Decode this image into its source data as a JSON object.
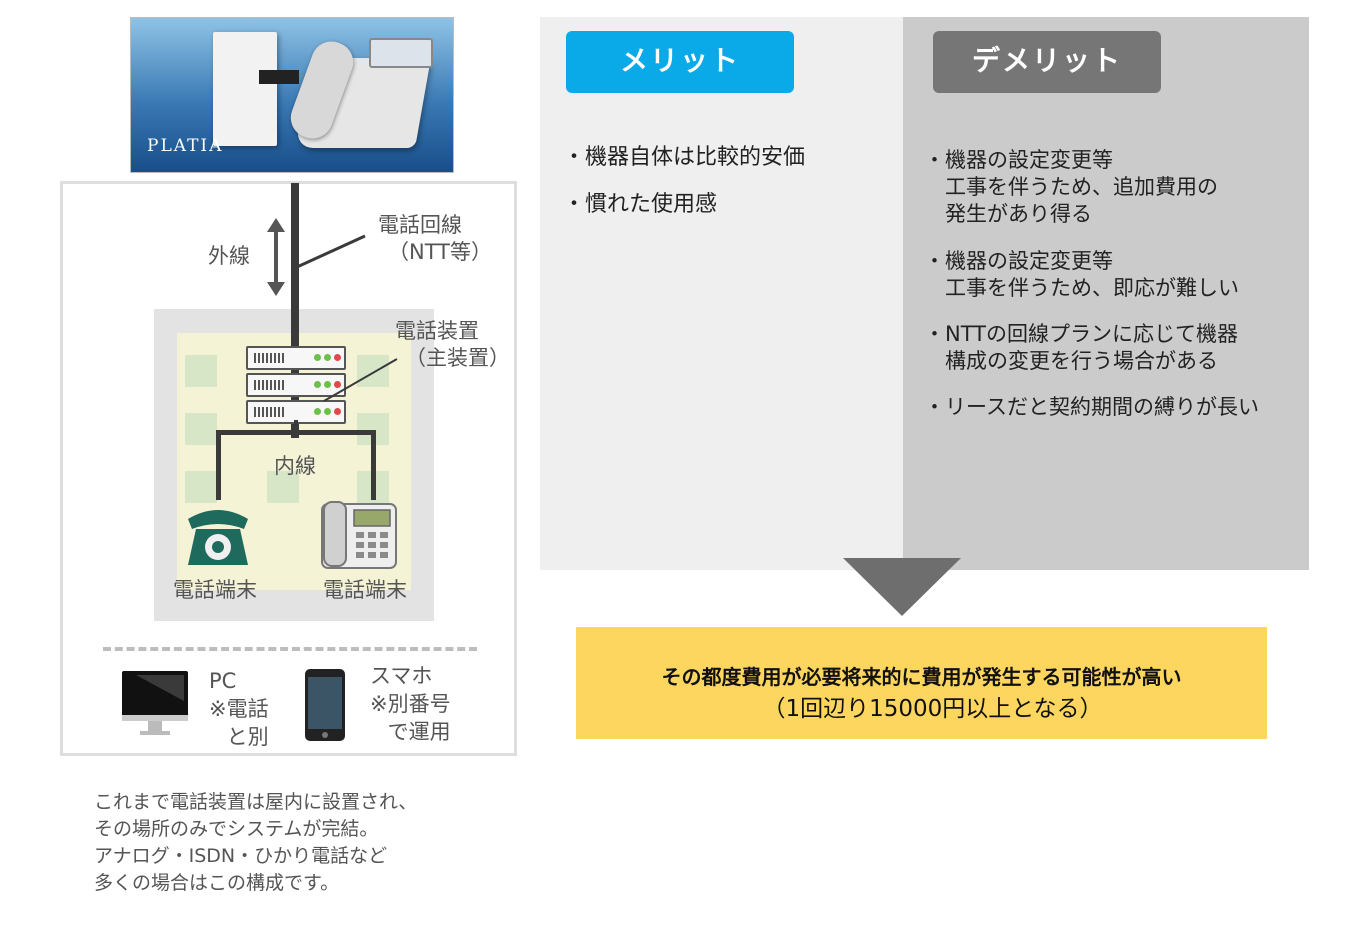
{
  "product": {
    "brand": "PLATIA"
  },
  "diagram": {
    "outer_line": "外線",
    "phone_line": [
      "電話回線",
      "（NTT等）"
    ],
    "pbx": [
      "電話装置",
      "（主装置）"
    ],
    "inner_line": "内線",
    "terminal_left": "電話端末",
    "terminal_right": "電話端末",
    "pc": [
      "PC",
      "※電話",
      "と別"
    ],
    "smartphone": [
      "スマホ",
      "※別番号",
      "で運用"
    ]
  },
  "caption": [
    "これまで電話装置は屋内に設置され、",
    "その場所のみでシステムが完結。",
    "アナログ・ISDN・ひかり電話など",
    "多くの場合はこの構成です。"
  ],
  "merit": {
    "title": "メリット",
    "items": [
      "・機器自体は比較的安価",
      "・慣れた使用感"
    ]
  },
  "demerit": {
    "title": "デメリット",
    "items": [
      [
        "・機器の設定変更等",
        "工事を伴うため、追加費用の",
        "発生があり得る"
      ],
      [
        "・機器の設定変更等",
        "工事を伴うため、即応が難しい"
      ],
      [
        "・NTTの回線プランに応じて機器",
        "構成の変更を行う場合がある"
      ],
      [
        "・リースだと契約期間の縛りが長い"
      ]
    ]
  },
  "result": {
    "line1": "その都度費用が必要将来的に費用が発生する可能性が高い",
    "line2": "（1回辺り15000円以上となる）"
  },
  "colors": {
    "merit": "#0aa9e8",
    "demerit": "#767676",
    "result": "#fdd660"
  }
}
